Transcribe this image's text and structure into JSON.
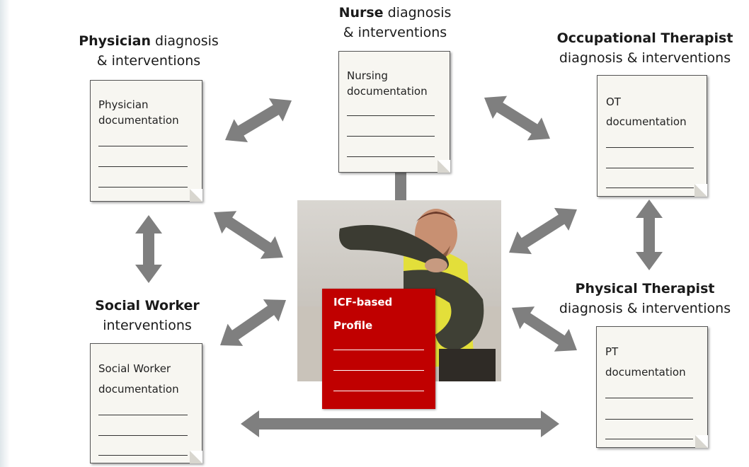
{
  "headings": {
    "physician": {
      "bold": "Physician",
      "rest": " diagnosis",
      "line2": "& interventions"
    },
    "nurse": {
      "bold": "Nurse",
      "rest": " diagnosis",
      "line2": "& interventions"
    },
    "ot": {
      "bold": "Occupational Therapist",
      "line2": "diagnosis & interventions"
    },
    "pt": {
      "bold": "Physical Therapist",
      "line2": "diagnosis & interventions"
    },
    "social": {
      "bold": "Social Worker",
      "line2": "interventions"
    }
  },
  "documents": {
    "physician": {
      "line1": "Physician",
      "line2": "documentation"
    },
    "nurse": {
      "line1": "Nursing",
      "line2": "documentation"
    },
    "ot": {
      "line1": "OT",
      "line2": "documentation"
    },
    "pt": {
      "line1": "PT",
      "line2": "documentation"
    },
    "social": {
      "line1": "Social Worker",
      "line2": "documentation"
    }
  },
  "center": {
    "photo": "photo-of-man-crossing-arms",
    "profile": {
      "line1": "ICF-based",
      "line2": "Profile"
    }
  },
  "colors": {
    "arrow": "#7f7f7f",
    "profile_red": "#c00000",
    "document_paper": "#f7f6f1"
  }
}
